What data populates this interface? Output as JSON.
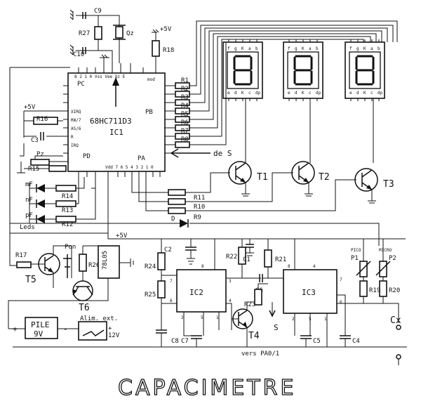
{
  "title": "CAPACIMETRE",
  "mcu": {
    "part": "68HC711D3",
    "ref": "IC1",
    "ports": {
      "pc": "PC",
      "pb": "PB",
      "pd": "PD",
      "pa": "PA"
    },
    "top_pins": "8 2 1 0 Vss Vee Qz E",
    "top_right": "mod",
    "bottom_pins": "Vdd 7 6 5 4 3 2 1 0",
    "left_pins": {
      "xirq": "XIRQ",
      "rw": "RW/7",
      "as": "AS/6",
      "r": "R",
      "irq": "IRQ"
    }
  },
  "supply": {
    "plus5v_a": "+5V",
    "plus5v_b": "+5V",
    "plus5v_c": "+5V"
  },
  "resistors": [
    "R1",
    "R2",
    "R3",
    "R4",
    "R5",
    "R6",
    "R7",
    "R8",
    "R9",
    "R10",
    "R11",
    "R12",
    "R13",
    "R14",
    "R15",
    "R16",
    "R17",
    "R18",
    "R19",
    "R20",
    "R21",
    "R22",
    "R23",
    "R24",
    "R25",
    "R26",
    "R27"
  ],
  "capacitors": [
    "C1",
    "C2",
    "C3",
    "C4",
    "C5",
    "C6",
    "C7",
    "C8",
    "C9",
    "C10"
  ],
  "transistors": [
    "T1",
    "T2",
    "T3",
    "T4",
    "T5",
    "T6"
  ],
  "crystal": "Qz",
  "displays": {
    "top_seg": [
      "f",
      "g",
      "K",
      "a",
      "b"
    ],
    "bottom_seg": [
      "e",
      "d",
      "K",
      "c",
      "dp"
    ]
  },
  "ics": {
    "ic2": "IC2",
    "ic3": "IC3",
    "reg": "78L05"
  },
  "ic_pins": {
    "ic2_top": "8",
    "ic2_left": [
      "7",
      "6"
    ],
    "ic2_right": [
      "3",
      "4"
    ],
    "ic2_bottom": [
      "2",
      "5",
      "1"
    ],
    "ic3_top": [
      "8",
      "4"
    ],
    "ic3_left": [
      "2",
      "5",
      "1"
    ],
    "ic3_right": [
      "7",
      "6"
    ]
  },
  "leds": {
    "mf": "mF",
    "nf": "nF",
    "pf": "pF",
    "caption": "Leds"
  },
  "misc": {
    "de_s": "de S",
    "pz": "Pz",
    "pon": "Pon",
    "diode": "D",
    "pico": "PICO",
    "micro": "MICRO",
    "p1": "P1",
    "p2": "P2",
    "s": "S",
    "vers": "vers PA0/1",
    "cx": "Cx",
    "pile": "PILE",
    "pile_v": "9V",
    "alim": "Alim. ext.",
    "v12": "12V",
    "plus": "+",
    "minus": "-"
  }
}
